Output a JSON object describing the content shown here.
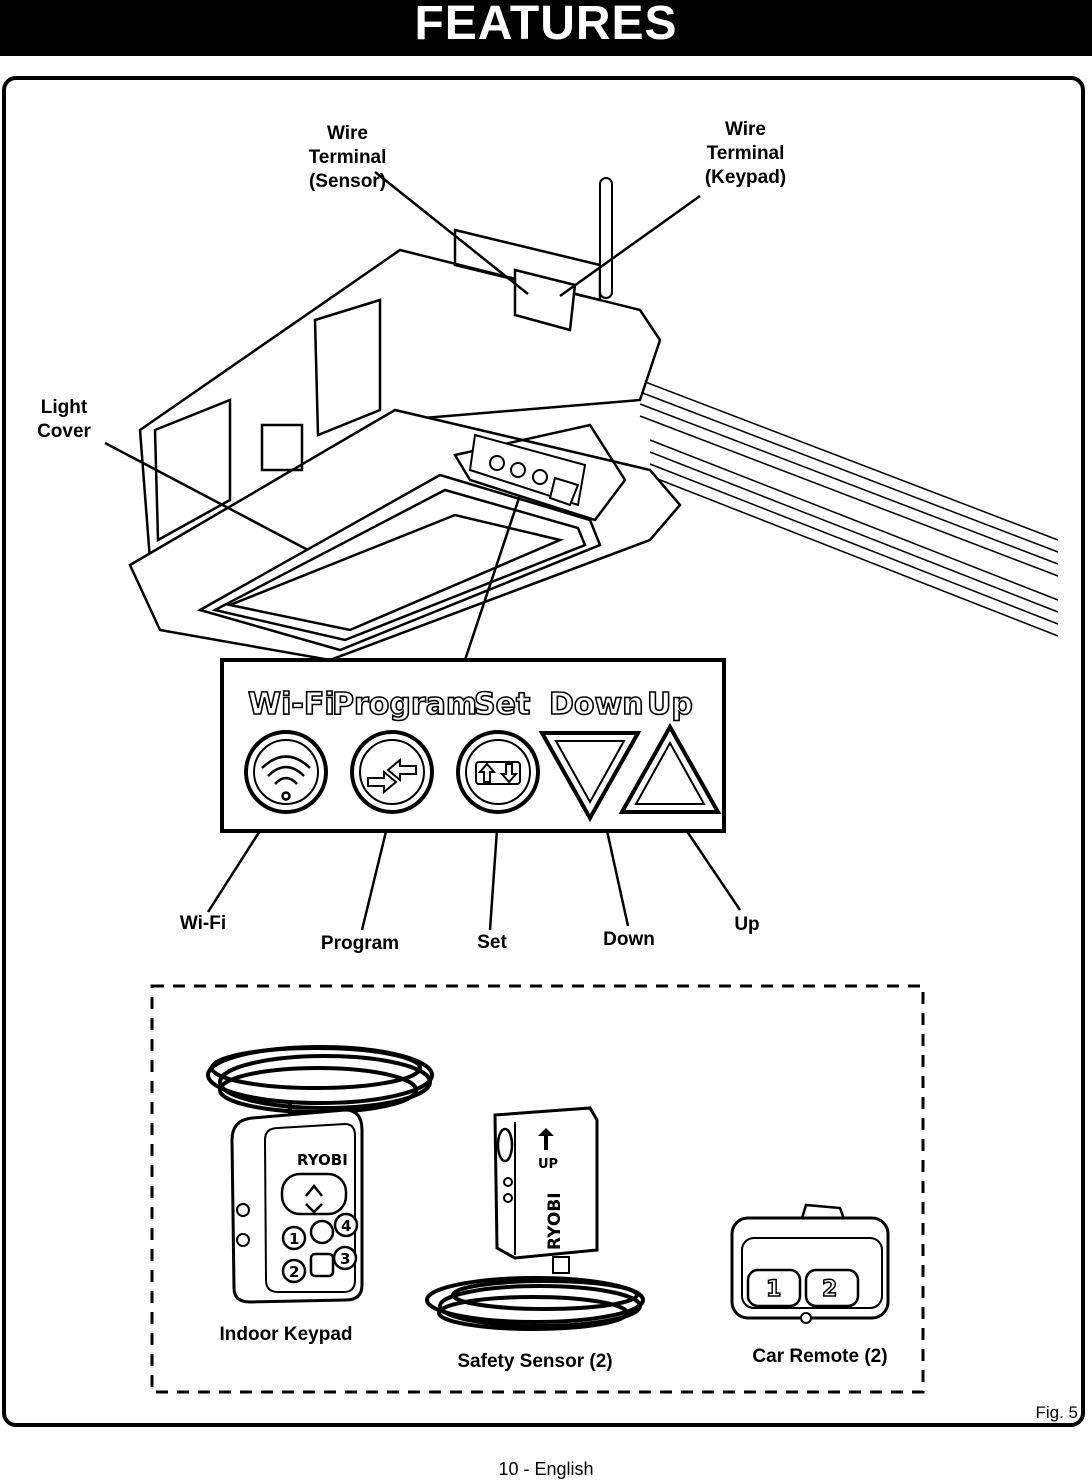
{
  "header": {
    "title": "FEATURES"
  },
  "labels": {
    "wire_terminal_sensor": "Wire\nTerminal\n(Sensor)",
    "wire_terminal_keypad": "Wire\nTerminal\n(Keypad)",
    "light_cover": "Light\nCover",
    "wifi": "Wi-Fi",
    "program": "Program",
    "set": "Set",
    "down": "Down",
    "up": "Up",
    "indoor_keypad": "Indoor Keypad",
    "safety_sensor": "Safety Sensor (2)",
    "car_remote": "Car Remote (2)"
  },
  "panel_text": {
    "wifi": "Wi-Fi",
    "program": "Program",
    "set": "Set",
    "down": "Down",
    "up": "Up"
  },
  "device_text": {
    "brand": "RYOBI",
    "sensor_up": "UP",
    "keypad_keys": [
      "1",
      "4",
      "2",
      "3"
    ],
    "remote_keys": [
      "1",
      "2"
    ]
  },
  "figure": {
    "caption": "Fig. 5"
  },
  "footer": {
    "page": "10 - English"
  }
}
